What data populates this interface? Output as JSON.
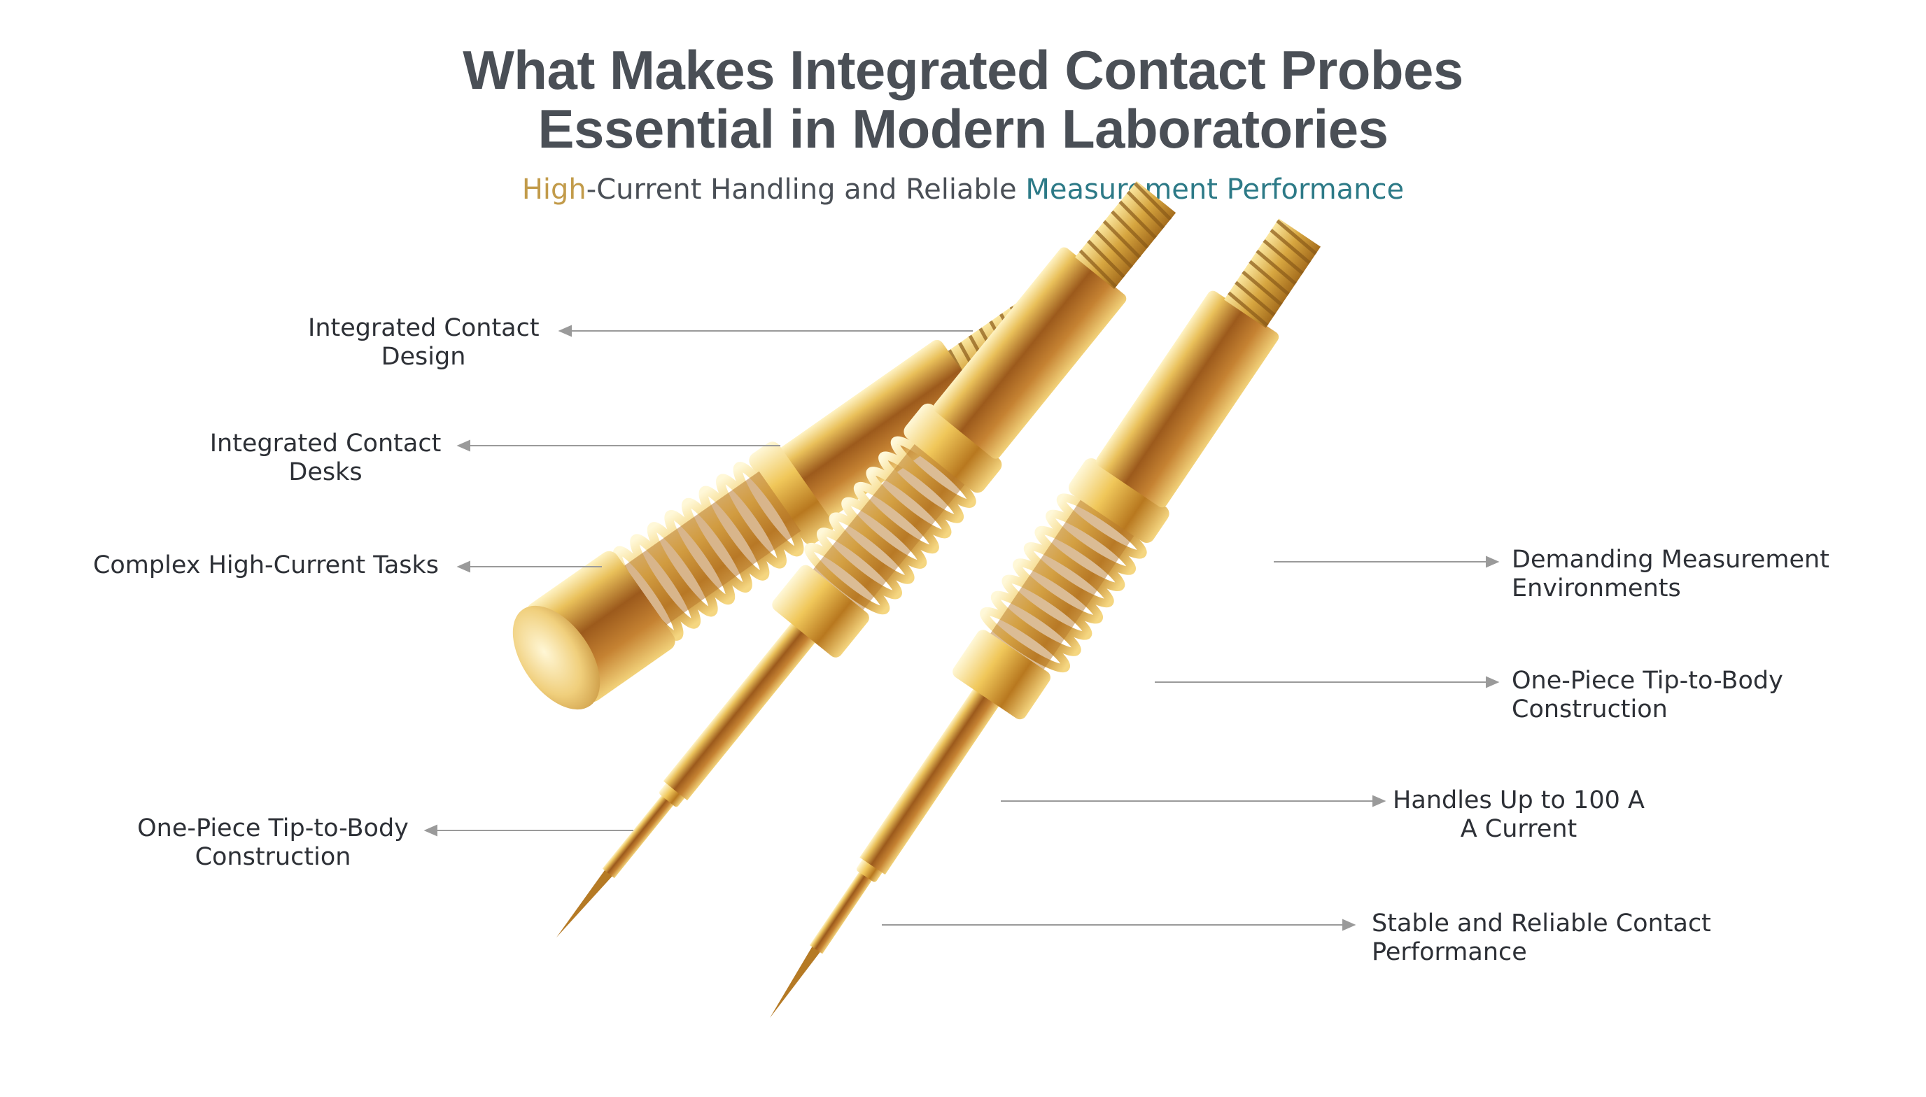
{
  "title": {
    "line1": "What Makes Integrated Contact Probes",
    "line2": "Essential in Modern Laboratories"
  },
  "subtitle": {
    "part_gold": "High",
    "part_dark": "-Current Handling and Reliable ",
    "part_teal": "Measurement Performance"
  },
  "colors": {
    "title": "#4a4f56",
    "gold": "#c29b4a",
    "teal": "#2d7a87",
    "label": "#2d3036",
    "leader": "#9a9a9a"
  },
  "labels_left": [
    {
      "lines": [
        "Integrated Contact",
        "Design"
      ]
    },
    {
      "lines": [
        "Integrated Contact",
        "Desks"
      ]
    },
    {
      "lines": [
        "Complex High-Current Tasks"
      ]
    },
    {
      "lines": [
        "One-Piece Tip-to-Body",
        "Construction"
      ]
    }
  ],
  "labels_right": [
    {
      "lines": [
        "Demanding Measurement",
        "Environments"
      ]
    },
    {
      "lines": [
        "One-Piece Tip-to-Body",
        "Construction"
      ]
    },
    {
      "lines": [
        "Handles Up to 100 A",
        "A Current"
      ]
    },
    {
      "lines": [
        "Stable and Reliable Contact",
        "Performance"
      ]
    }
  ],
  "illustration": {
    "subject": "three gold contact probes",
    "count": 3
  }
}
